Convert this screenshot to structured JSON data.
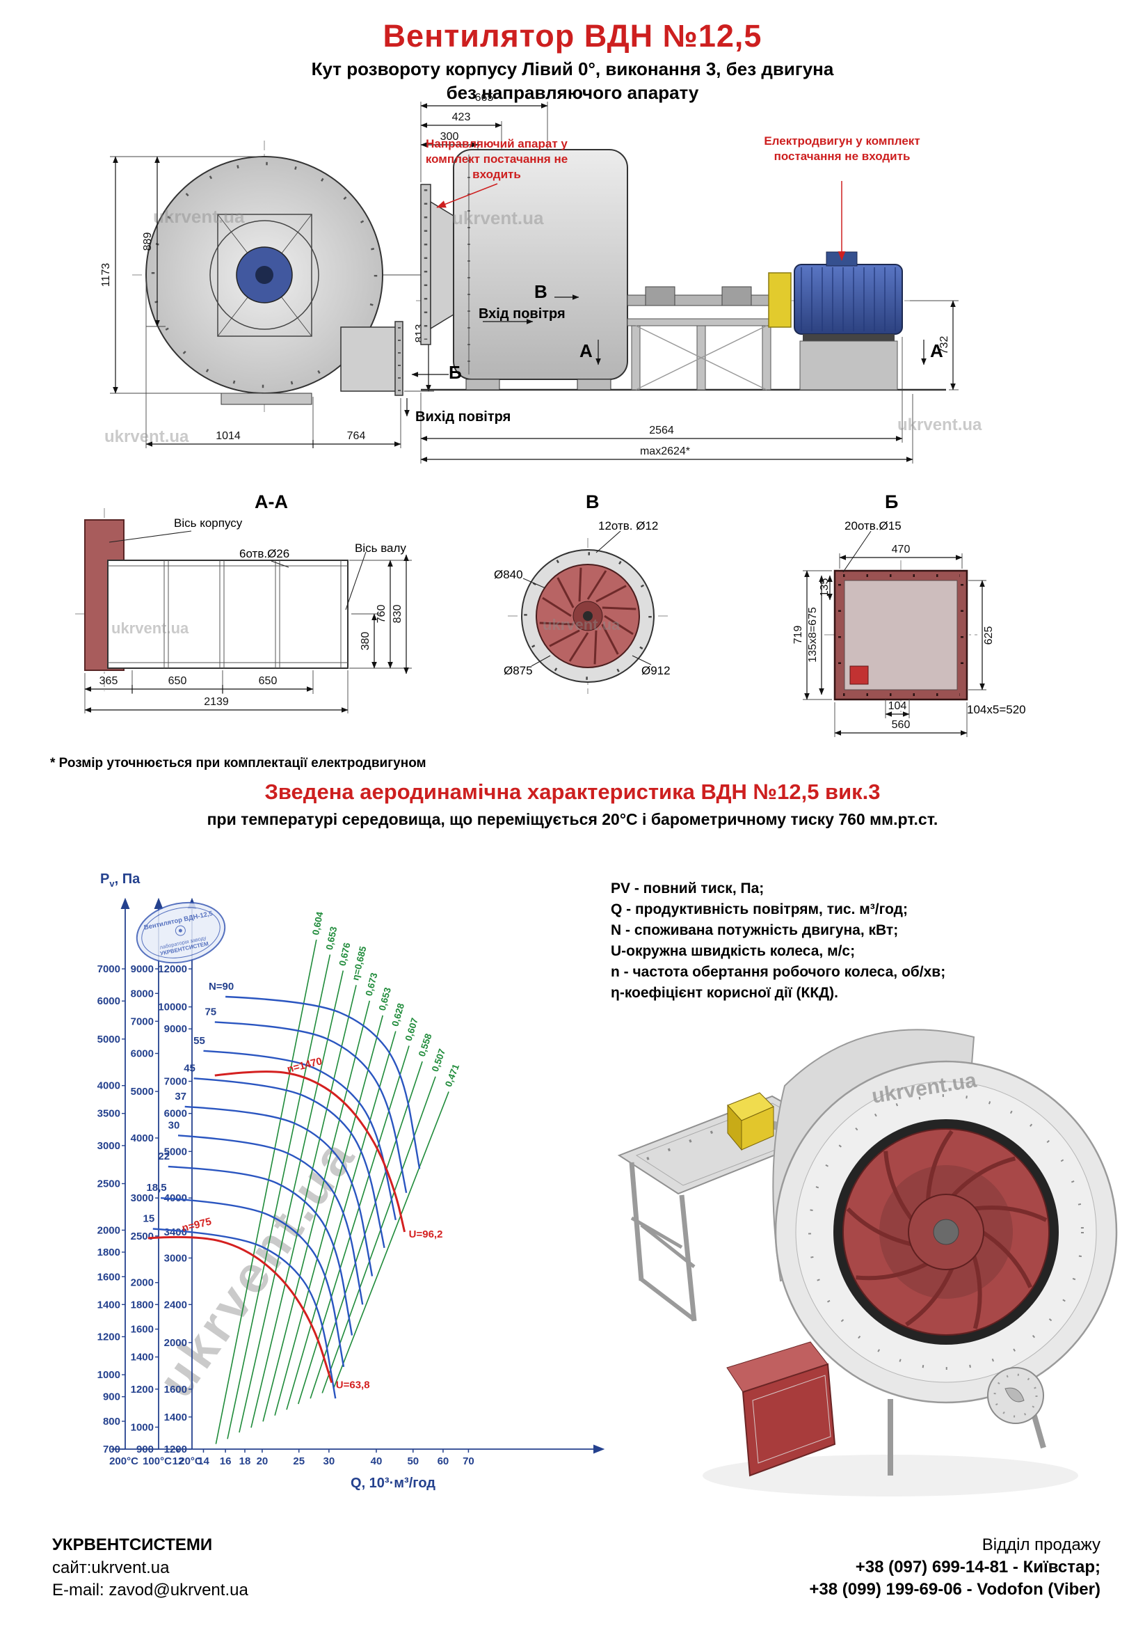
{
  "watermark": "ukrvent.ua",
  "header": {
    "title": "Вентилятор  ВДН №12,5",
    "subtitle1": "Кут розвороту корпусу Лівий 0°, виконання 3, без двигуна",
    "subtitle2": "без направляючого апарату"
  },
  "front_view": {
    "dim_889": "889",
    "dim_1173": "1173",
    "dim_813": "813",
    "dim_1014": "1014",
    "dim_764": "764",
    "outlet_label": "Вихід повітря",
    "marker_b": "Б"
  },
  "side_view": {
    "dim_665": "665",
    "dim_423": "423",
    "dim_300": "300",
    "dim_732": "732",
    "dim_2564": "2564",
    "dim_max": "max2624*",
    "inlet_label": "Вхід повітря",
    "marker_v": "В",
    "marker_a_left": "А",
    "marker_a_right": "А",
    "note_guide": "Направляючий апарат у комплект постачання не входить",
    "note_motor": "Електродвигун у комплект постачання не входить"
  },
  "section_aa": {
    "title": "А-А",
    "label_axis_housing": "Вісь корпусу",
    "label_holes": "6отв.Ø26",
    "label_axis_shaft": "Вісь валу",
    "dim_380": "380",
    "dim_760": "760",
    "dim_830": "830",
    "dim_365": "365",
    "dim_650a": "650",
    "dim_650b": "650",
    "dim_2139": "2139"
  },
  "section_v": {
    "title": "В",
    "label_holes": "12отв. Ø12",
    "dim_840": "Ø840",
    "dim_875": "Ø875",
    "dim_912": "Ø912"
  },
  "section_b": {
    "title": "Б",
    "label_holes": "20отв.Ø15",
    "dim_470": "470",
    "dim_719": "719",
    "dim_135x8": "135х8=675",
    "dim_135": "135",
    "dim_625": "625",
    "dim_104": "104",
    "dim_104x5": "104х5=520",
    "dim_560": "560"
  },
  "footnote": "* Розмір уточнюється при комплектації електродвигуном",
  "aero": {
    "heading": "Зведена аеродинамічна характеристика ВДН №12,5 вик.3",
    "conditions": "при температурі середовища, що переміщується 20°С і барометричному тиску 760 мм.рт.ст."
  },
  "legend": {
    "lines": [
      "PV - повний тиск, Па;",
      "Q - продуктивність повітрям, тис. м³/год;",
      "N - споживана потужність двигуна, кВт;",
      "U-окружна швидкість колеса, м/с;",
      "n - частота обертання робочого колеса, об/хв;",
      "η-коефіцієнт корисної дії (ККД)."
    ]
  },
  "stamp": {
    "line1": "Вентилятор ВДН-12,5",
    "line2": "лабораторія заводу",
    "line3": "УКРВЕНТСИСТЕМ"
  },
  "chart_data": {
    "type": "line",
    "title": "Зведена аеродинамічна характеристика ВДН №12,5 вик.3",
    "xlabel": "Q, 10³·м³/год",
    "ylabel": "Pv, Па",
    "ylabel_parts": {
      "main": "P",
      "sub": "v",
      "rest": ", Па"
    },
    "x_ticks": [
      12,
      14,
      16,
      18,
      20,
      25,
      30,
      40,
      50,
      60,
      70
    ],
    "q_range": [
      10,
      80
    ],
    "pressure_scales": [
      {
        "temp": "200°C",
        "base": 700,
        "ticks": [
          700,
          800,
          900,
          1000,
          1200,
          1400,
          1600,
          1800,
          2000,
          2500,
          3000,
          3500,
          4000,
          5000,
          6000,
          7000
        ]
      },
      {
        "temp": "100°C",
        "base": 900,
        "ticks": [
          900,
          1000,
          1200,
          1400,
          1600,
          1800,
          2000,
          2500,
          3000,
          4000,
          5000,
          6000,
          7000,
          8000,
          9000
        ]
      },
      {
        "temp": "20°C",
        "base": 1200,
        "ticks": [
          1200,
          1400,
          1600,
          2000,
          2400,
          3000,
          3400,
          4000,
          5000,
          6000,
          7000,
          9000,
          10000,
          12000
        ]
      }
    ],
    "power_curves": [
      {
        "label": "N=90",
        "points": [
          [
            16,
            10500
          ],
          [
            27,
            10300
          ],
          [
            38,
            9200
          ],
          [
            47,
            7400
          ],
          [
            52,
            4600
          ]
        ]
      },
      {
        "label": "75",
        "points": [
          [
            15,
            9300
          ],
          [
            25,
            9100
          ],
          [
            35,
            8100
          ],
          [
            43,
            6500
          ],
          [
            48,
            4100
          ]
        ]
      },
      {
        "label": "55",
        "points": [
          [
            14,
            8100
          ],
          [
            23.5,
            7900
          ],
          [
            32.5,
            7000
          ],
          [
            40,
            5700
          ],
          [
            45,
            3600
          ]
        ]
      },
      {
        "label": "45",
        "points": [
          [
            13.2,
            7100
          ],
          [
            22,
            6900
          ],
          [
            30.5,
            6150
          ],
          [
            37.5,
            5000
          ],
          [
            42,
            3150
          ]
        ]
      },
      {
        "label": "37",
        "points": [
          [
            12.5,
            6200
          ],
          [
            20.8,
            6050
          ],
          [
            28.7,
            5400
          ],
          [
            35.2,
            4350
          ],
          [
            39,
            2750
          ]
        ]
      },
      {
        "label": "30",
        "points": [
          [
            12,
            5400
          ],
          [
            19.8,
            5250
          ],
          [
            27.2,
            4700
          ],
          [
            33.3,
            3800
          ],
          [
            36.8,
            2400
          ]
        ]
      },
      {
        "label": "22",
        "points": [
          [
            11.3,
            4650
          ],
          [
            18.7,
            4550
          ],
          [
            25.6,
            4050
          ],
          [
            31.3,
            3270
          ],
          [
            34.5,
            2070
          ]
        ]
      },
      {
        "label": "18,5",
        "points": [
          [
            10.8,
            4000
          ],
          [
            17.8,
            3900
          ],
          [
            24.4,
            3480
          ],
          [
            29.8,
            2810
          ],
          [
            32.8,
            1780
          ]
        ]
      },
      {
        "label": "15",
        "points": [
          [
            10.3,
            3450
          ],
          [
            16.9,
            3360
          ],
          [
            23.2,
            3000
          ],
          [
            28.3,
            2420
          ],
          [
            31.2,
            1530
          ]
        ]
      }
    ],
    "efficiency_lines": [
      {
        "label": "0,604",
        "from": [
          15.1,
          1230
        ],
        "to": [
          27.8,
          13800
        ]
      },
      {
        "label": "0,653",
        "from": [
          16.2,
          1260
        ],
        "to": [
          30.2,
          12850
        ]
      },
      {
        "label": "0,676",
        "from": [
          17.4,
          1300
        ],
        "to": [
          32.7,
          11900
        ]
      },
      {
        "label": "η=0,685",
        "from": [
          18.7,
          1330
        ],
        "to": [
          35.4,
          11100
        ]
      },
      {
        "label": "0,673",
        "from": [
          20.1,
          1370
        ],
        "to": [
          38.4,
          10300
        ]
      },
      {
        "label": "0,653",
        "from": [
          21.6,
          1410
        ],
        "to": [
          41.6,
          9600
        ]
      },
      {
        "label": "0,628",
        "from": [
          23.2,
          1450
        ],
        "to": [
          45.0,
          8900
        ]
      },
      {
        "label": "0,607",
        "from": [
          24.9,
          1490
        ],
        "to": [
          48.8,
          8300
        ]
      },
      {
        "label": "0,558",
        "from": [
          26.8,
          1530
        ],
        "to": [
          52.9,
          7700
        ]
      },
      {
        "label": "0,507",
        "from": [
          28.8,
          1570
        ],
        "to": [
          57.3,
          7160
        ]
      },
      {
        "label": "0,471",
        "from": [
          30.9,
          1610
        ],
        "to": [
          62.1,
          6660
        ]
      }
    ],
    "speed_curves": [
      {
        "label": "n=1470",
        "u_label": "U=96,2",
        "points": [
          [
            15,
            7200
          ],
          [
            20,
            7400
          ],
          [
            26,
            7200
          ],
          [
            33,
            6400
          ],
          [
            40,
            5200
          ],
          [
            45,
            4100
          ],
          [
            47.5,
            3400
          ]
        ]
      },
      {
        "label": "n=975",
        "u_label": "U=63,8",
        "points": [
          [
            10,
            3300
          ],
          [
            13.5,
            3350
          ],
          [
            18,
            3150
          ],
          [
            23,
            2700
          ],
          [
            27.5,
            2150
          ],
          [
            30.5,
            1650
          ]
        ]
      }
    ]
  },
  "footer": {
    "company": "УКРВЕНТСИСТЕМИ",
    "site": "сайт:ukrvent.ua",
    "email": "E-mail: zavod@ukrvent.ua",
    "sales_title": "Відділ продажу",
    "phone1": "+38 (097) 699-14-81 - Київстар;",
    "phone2": "+38 (099) 199-69-06 - Vodofon (Viber)"
  }
}
